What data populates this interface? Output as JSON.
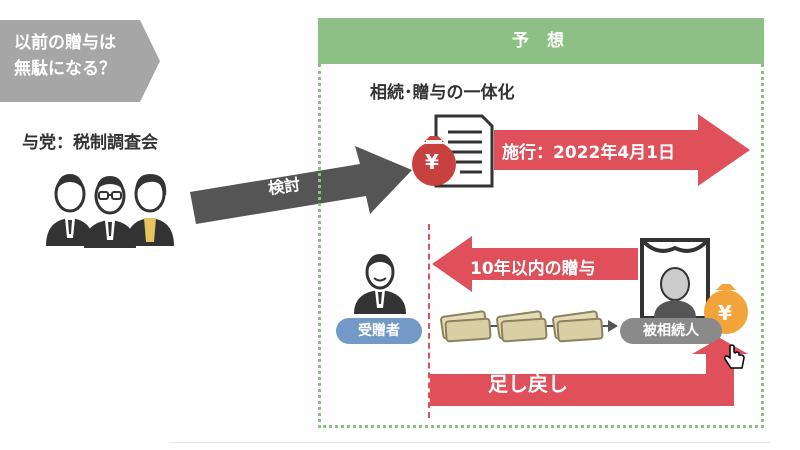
{
  "callout": {
    "line1": "以前の贈与は",
    "line2": "無駄になる？"
  },
  "committee": {
    "label": "与党：税制調査会"
  },
  "review_arrow": {
    "label": "検討"
  },
  "forecast": {
    "header": "予 想",
    "subtitle": "相続･贈与の一体化",
    "yen_symbol": "¥",
    "effective_arrow": {
      "label": "施行：2022年4月1日"
    },
    "gift_arrow": {
      "label": "10年以内の贈与"
    },
    "recipient": {
      "label": "受贈者"
    },
    "decedent": {
      "label": "被相続人"
    },
    "addback_arrow": {
      "label": "足し戻し"
    }
  },
  "colors": {
    "callout_gray": "#a6a6a6",
    "arrow_dark": "#555555",
    "accent_red": "#e0505a",
    "forecast_green": "#8cc084",
    "recipient_blue": "#7399c6",
    "decedent_gray": "#8a8a8a",
    "money_bag_red": "#c8413f",
    "money_bag_orange": "#f2a33a",
    "banknote": "#e4dcb4"
  }
}
